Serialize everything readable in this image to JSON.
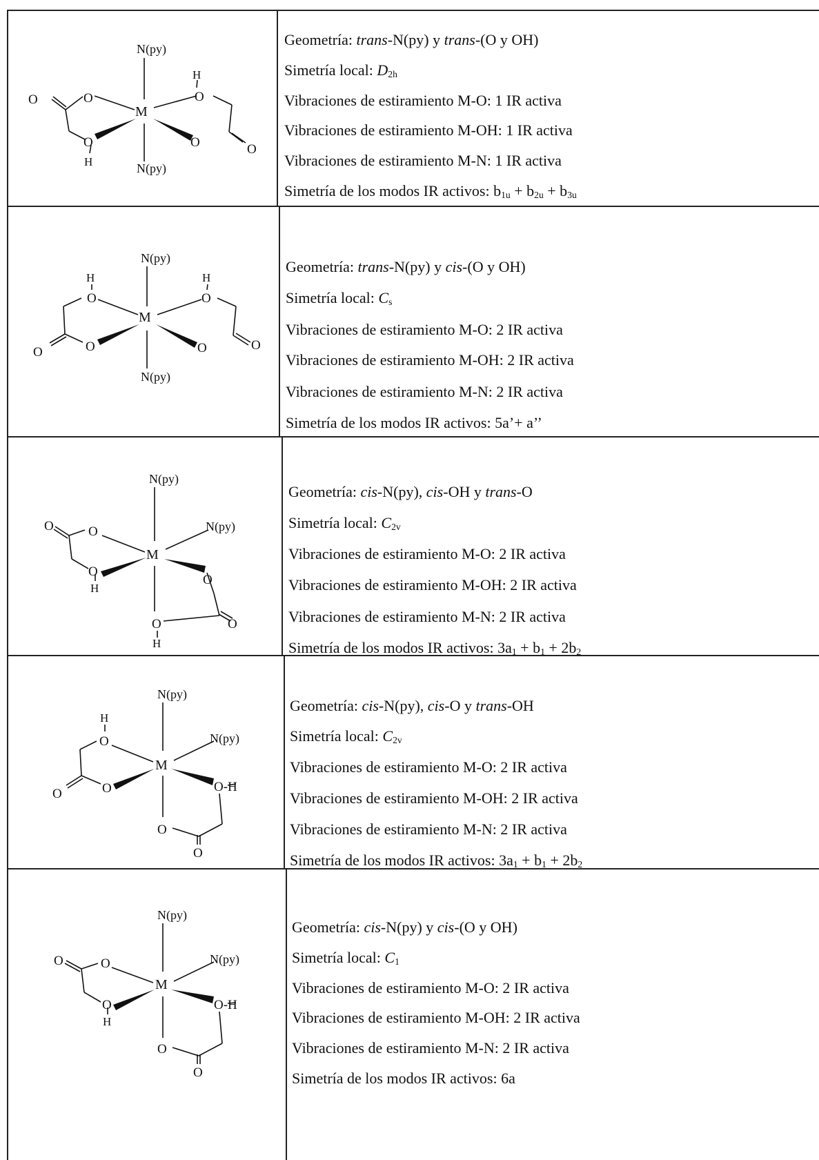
{
  "labels": {
    "geometry_prefix": "Geometría: ",
    "symmetry_prefix": "Simetría local: ",
    "mo_prefix": "Vibraciones de estiramiento M-O: ",
    "moh_prefix": "Vibraciones de estiramiento M-OH: ",
    "mn_prefix": "Vibraciones de estiramiento M-N: ",
    "modes_prefix": "Simetría de los modos IR activos: "
  },
  "structure_labels": {
    "metal": "M",
    "pyridine": "N(py)",
    "oxygen": "O",
    "hydrogen": "H",
    "hydroxyl": "O-H"
  },
  "rows": [
    {
      "geom": {
        "p1": "trans",
        "p2": "-N(py) y ",
        "p3": "trans",
        "p4": "-(O y OH)",
        "p5": "",
        "p6": ""
      },
      "sym_main": "D",
      "sym_sub": "2h",
      "mo": "1 IR activa",
      "moh": "1 IR activa",
      "mn": "1 IR activa",
      "modes": [
        {
          "t": "b",
          "s": "1u"
        },
        {
          "t": " + b",
          "s": "2u"
        },
        {
          "t": " + b",
          "s": "3u"
        }
      ]
    },
    {
      "geom": {
        "p1": "trans",
        "p2": "-N(py) y ",
        "p3": "cis",
        "p4": "-(O y OH)",
        "p5": "",
        "p6": ""
      },
      "sym_main": "C",
      "sym_sub": "s",
      "mo": "2 IR activa",
      "moh": "2 IR activa",
      "mn": "2 IR activa",
      "modes": [
        {
          "t": " 5a’+ a’’",
          "s": ""
        }
      ]
    },
    {
      "geom": {
        "p1": "cis",
        "p2": "-N(py), ",
        "p3": "cis",
        "p4": "-OH y ",
        "p5": "trans",
        "p6": "-O"
      },
      "sym_main": "C",
      "sym_sub": "2v",
      "mo": "2 IR activa",
      "moh": "2 IR activa",
      "mn": "2 IR activa",
      "modes": [
        {
          "t": " 3a",
          "s": "1"
        },
        {
          "t": " +  b",
          "s": "1"
        },
        {
          "t": " + 2b",
          "s": "2"
        }
      ]
    },
    {
      "geom": {
        "p1": "cis",
        "p2": "-N(py), ",
        "p3": "cis",
        "p4": "-O y ",
        "p5": "trans",
        "p6": "-OH"
      },
      "sym_main": "C",
      "sym_sub": "2v",
      "mo": "2 IR activa",
      "moh": "2 IR activa",
      "mn": "2 IR activa",
      "modes": [
        {
          "t": "3a",
          "s": "1"
        },
        {
          "t": " +  b",
          "s": "1"
        },
        {
          "t": " + 2b",
          "s": "2"
        }
      ]
    },
    {
      "geom": {
        "p1": "cis",
        "p2": "-N(py) y ",
        "p3": "cis",
        "p4": "-(O y OH)",
        "p5": "",
        "p6": ""
      },
      "sym_main": "C",
      "sym_sub": "1",
      "mo": "2 IR activa",
      "moh": "2 IR activa",
      "mn": "2 IR activa",
      "modes": [
        {
          "t": " 6a",
          "s": ""
        }
      ]
    }
  ]
}
